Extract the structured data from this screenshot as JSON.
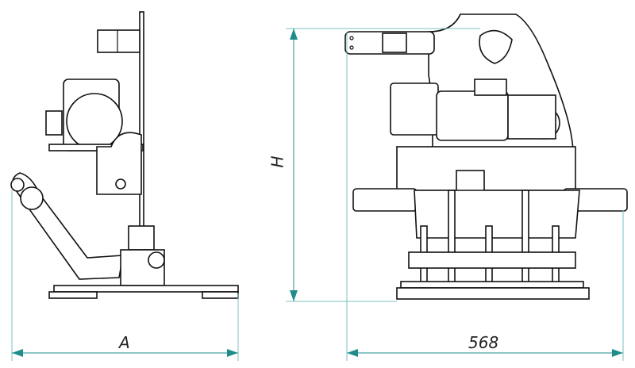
{
  "drawing": {
    "dimensions": {
      "width_side": "A",
      "height": "H",
      "width_front": "568"
    },
    "colors": {
      "dimension": "#1f8c8c",
      "outline": "#111111"
    }
  }
}
